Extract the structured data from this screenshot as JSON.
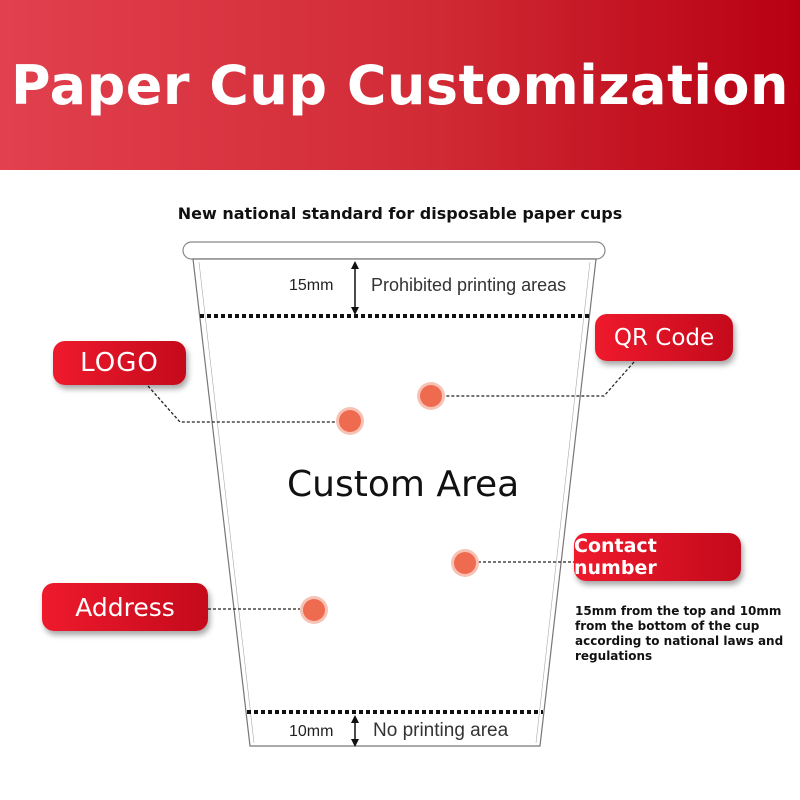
{
  "header": {
    "title": "Paper Cup Customization"
  },
  "subtitle": "New national standard for disposable paper cups",
  "top_zone": {
    "measure": "15mm",
    "label": "Prohibited printing areas"
  },
  "bottom_zone": {
    "measure": "10mm",
    "label": "No printing area"
  },
  "center_label": "Custom Area",
  "callouts": {
    "logo": "LOGO",
    "qr_code": "QR Code",
    "contact": "Contact number",
    "address": "Address"
  },
  "note": "15mm from the top and 10mm from the bottom of the cup according to national laws and regulations",
  "colors": {
    "banner_start": "#e2404e",
    "banner_end": "#b80012",
    "callout_red": "#d8111f",
    "dot": "#ee6b50"
  }
}
